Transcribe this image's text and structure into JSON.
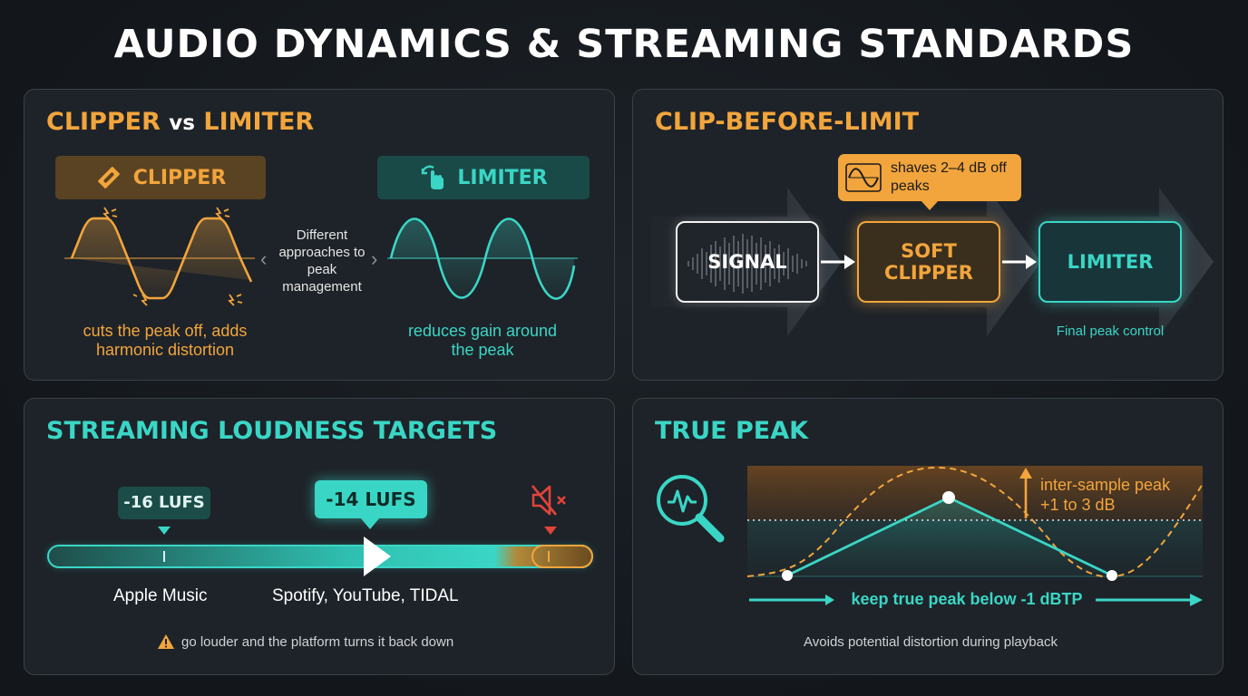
{
  "title": "AUDIO DYNAMICS & STREAMING STANDARDS",
  "colors": {
    "orange": "#f2a53c",
    "teal": "#3ad6c5",
    "red": "#e0443a",
    "background": "#15191d",
    "panel": "#1e2329"
  },
  "clipper_vs_limiter": {
    "title_a": "CLIPPER",
    "title_vs": "vs",
    "title_b": "LIMITER",
    "clipper_label": "CLIPPER",
    "clipper_icon": "razor-blade-icon",
    "limiter_label": "LIMITER",
    "limiter_icon": "hand-press-icon",
    "middle_note": "Different approaches to peak management",
    "clipper_caption": "cuts the peak off, adds harmonic distortion",
    "limiter_caption": "reduces gain around the peak"
  },
  "clip_before_limit": {
    "title": "CLIP-BEFORE-LIMIT",
    "callout": "shaves 2–4 dB off peaks",
    "callout_icon": "sine-wave-icon",
    "signal_label": "SIGNAL",
    "soft_clipper_label": "SOFT CLIPPER",
    "limiter_label": "LIMITER",
    "limiter_note": "Final peak control"
  },
  "loudness": {
    "title": "STREAMING LOUDNESS TARGETS",
    "target_apple": "-16 LUFS",
    "target_spotify": "-14 LUFS",
    "mute_icon": "mute-speaker-icon",
    "platform_apple": "Apple Music",
    "platform_spotify": "Spotify, YouTube, TIDAL",
    "warning_icon": "warning-triangle-icon",
    "warning": "go louder and the platform turns it back down"
  },
  "true_peak": {
    "title": "TRUE PEAK",
    "magnifier_icon": "magnifier-waveform-icon",
    "isp_line1": "inter-sample peak",
    "isp_line2": "+1 to 3 dB",
    "rule": "keep true peak below -1 dBTP",
    "footer": "Avoids potential distortion during playback"
  }
}
